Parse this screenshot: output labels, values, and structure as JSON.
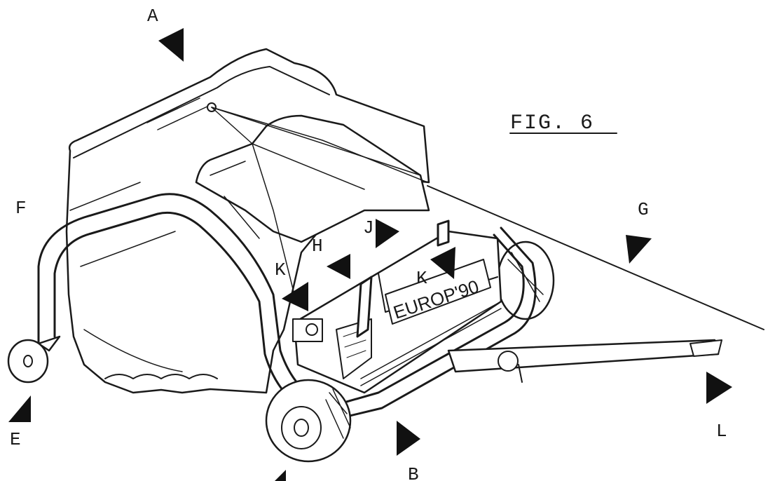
{
  "figure": {
    "title": "FIG. 6",
    "plate_text": "EUROP'90"
  },
  "labels": [
    {
      "id": "A",
      "text": "A"
    },
    {
      "id": "B",
      "text": "B"
    },
    {
      "id": "E",
      "text": "E"
    },
    {
      "id": "F",
      "text": "F"
    },
    {
      "id": "G",
      "text": "G"
    },
    {
      "id": "H",
      "text": "H"
    },
    {
      "id": "J",
      "text": "J"
    },
    {
      "id": "K1",
      "text": "K"
    },
    {
      "id": "K2",
      "text": "K"
    },
    {
      "id": "L",
      "text": "L"
    }
  ]
}
